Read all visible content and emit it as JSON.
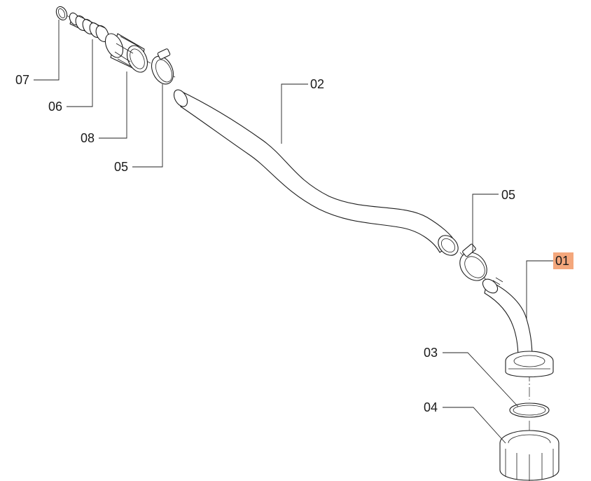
{
  "callouts": {
    "c01": "01",
    "c02": "02",
    "c03": "03",
    "c04": "04",
    "c05a": "05",
    "c05b": "05",
    "c06": "06",
    "c07": "07",
    "c08": "08"
  },
  "colors": {
    "highlight": "#f4a77c",
    "line": "#1e1e1e",
    "background": "#ffffff"
  }
}
